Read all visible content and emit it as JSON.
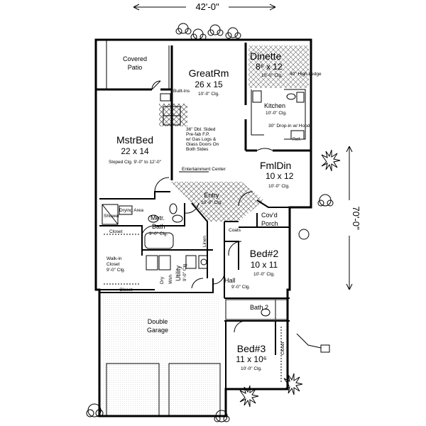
{
  "plan": {
    "overall_width": "42'-0\"",
    "overall_depth": "70'-0\""
  },
  "rooms": {
    "covered_patio": {
      "name": "Covered\nPatio"
    },
    "greatrm": {
      "name": "GreatRm",
      "dims": "26 x 15",
      "ceiling": "10'-0\" Clg."
    },
    "dinette": {
      "name": "Dinette",
      "dims": "8⁶ x 12",
      "ceiling": "10'-0\" Clg.",
      "note": "40\" High Ledge"
    },
    "kitchen": {
      "name": "Kitchen",
      "ceiling": "10'-0\" Clg.",
      "cooktop": "30\" Drop-in w/ Hood",
      "ref": "Ref."
    },
    "mstrbed": {
      "name": "MstrBed",
      "dims": "22 x 14",
      "ceiling": "Sloped Clg. 9'-0\" to 12'-0\""
    },
    "fireplace_note": "36\" Dbl. Sided Pre-fab F.P. w/ Gas Logs & Glass Doors On Both Sides",
    "builtins": "Built-ins",
    "entertainment": "Entertainment Center",
    "fmldin": {
      "name": "FmlDin",
      "dims": "10 x 12",
      "ceiling": "10'-0\" Clg."
    },
    "entry": {
      "name": "Entry",
      "ceiling": "10'-0\" Clg."
    },
    "covd_porch": {
      "name": "Cov'd\nPorch"
    },
    "drying_area": "Drying Area",
    "shower": "Shower",
    "metr_bath": {
      "name": "Metr.\nBath",
      "ceiling": "9'-0\" Clg."
    },
    "closet": "Closet",
    "walkin_closet": {
      "name": "Walk-in\nCloset",
      "ceiling": "9'-0\" Clg."
    },
    "linen": "Linen",
    "coats": "Coats",
    "utility": {
      "name": "Utility",
      "ceiling": "9'-0\" Clg.",
      "washer": "Wsh",
      "dryer": "Dry"
    },
    "hall": {
      "name": "Hall",
      "ceiling": "9'-0\" Clg."
    },
    "bed2": {
      "name": "Bed#2",
      "dims": "10 x 11",
      "ceiling": "10'-0\" Clg."
    },
    "bath2": {
      "name": "Bath 2"
    },
    "garage": {
      "name": "Double\nGarage"
    },
    "bed3": {
      "name": "Bed#3",
      "dims": "11 x 10⁶",
      "ceiling": "10'-0\" Clg."
    }
  }
}
